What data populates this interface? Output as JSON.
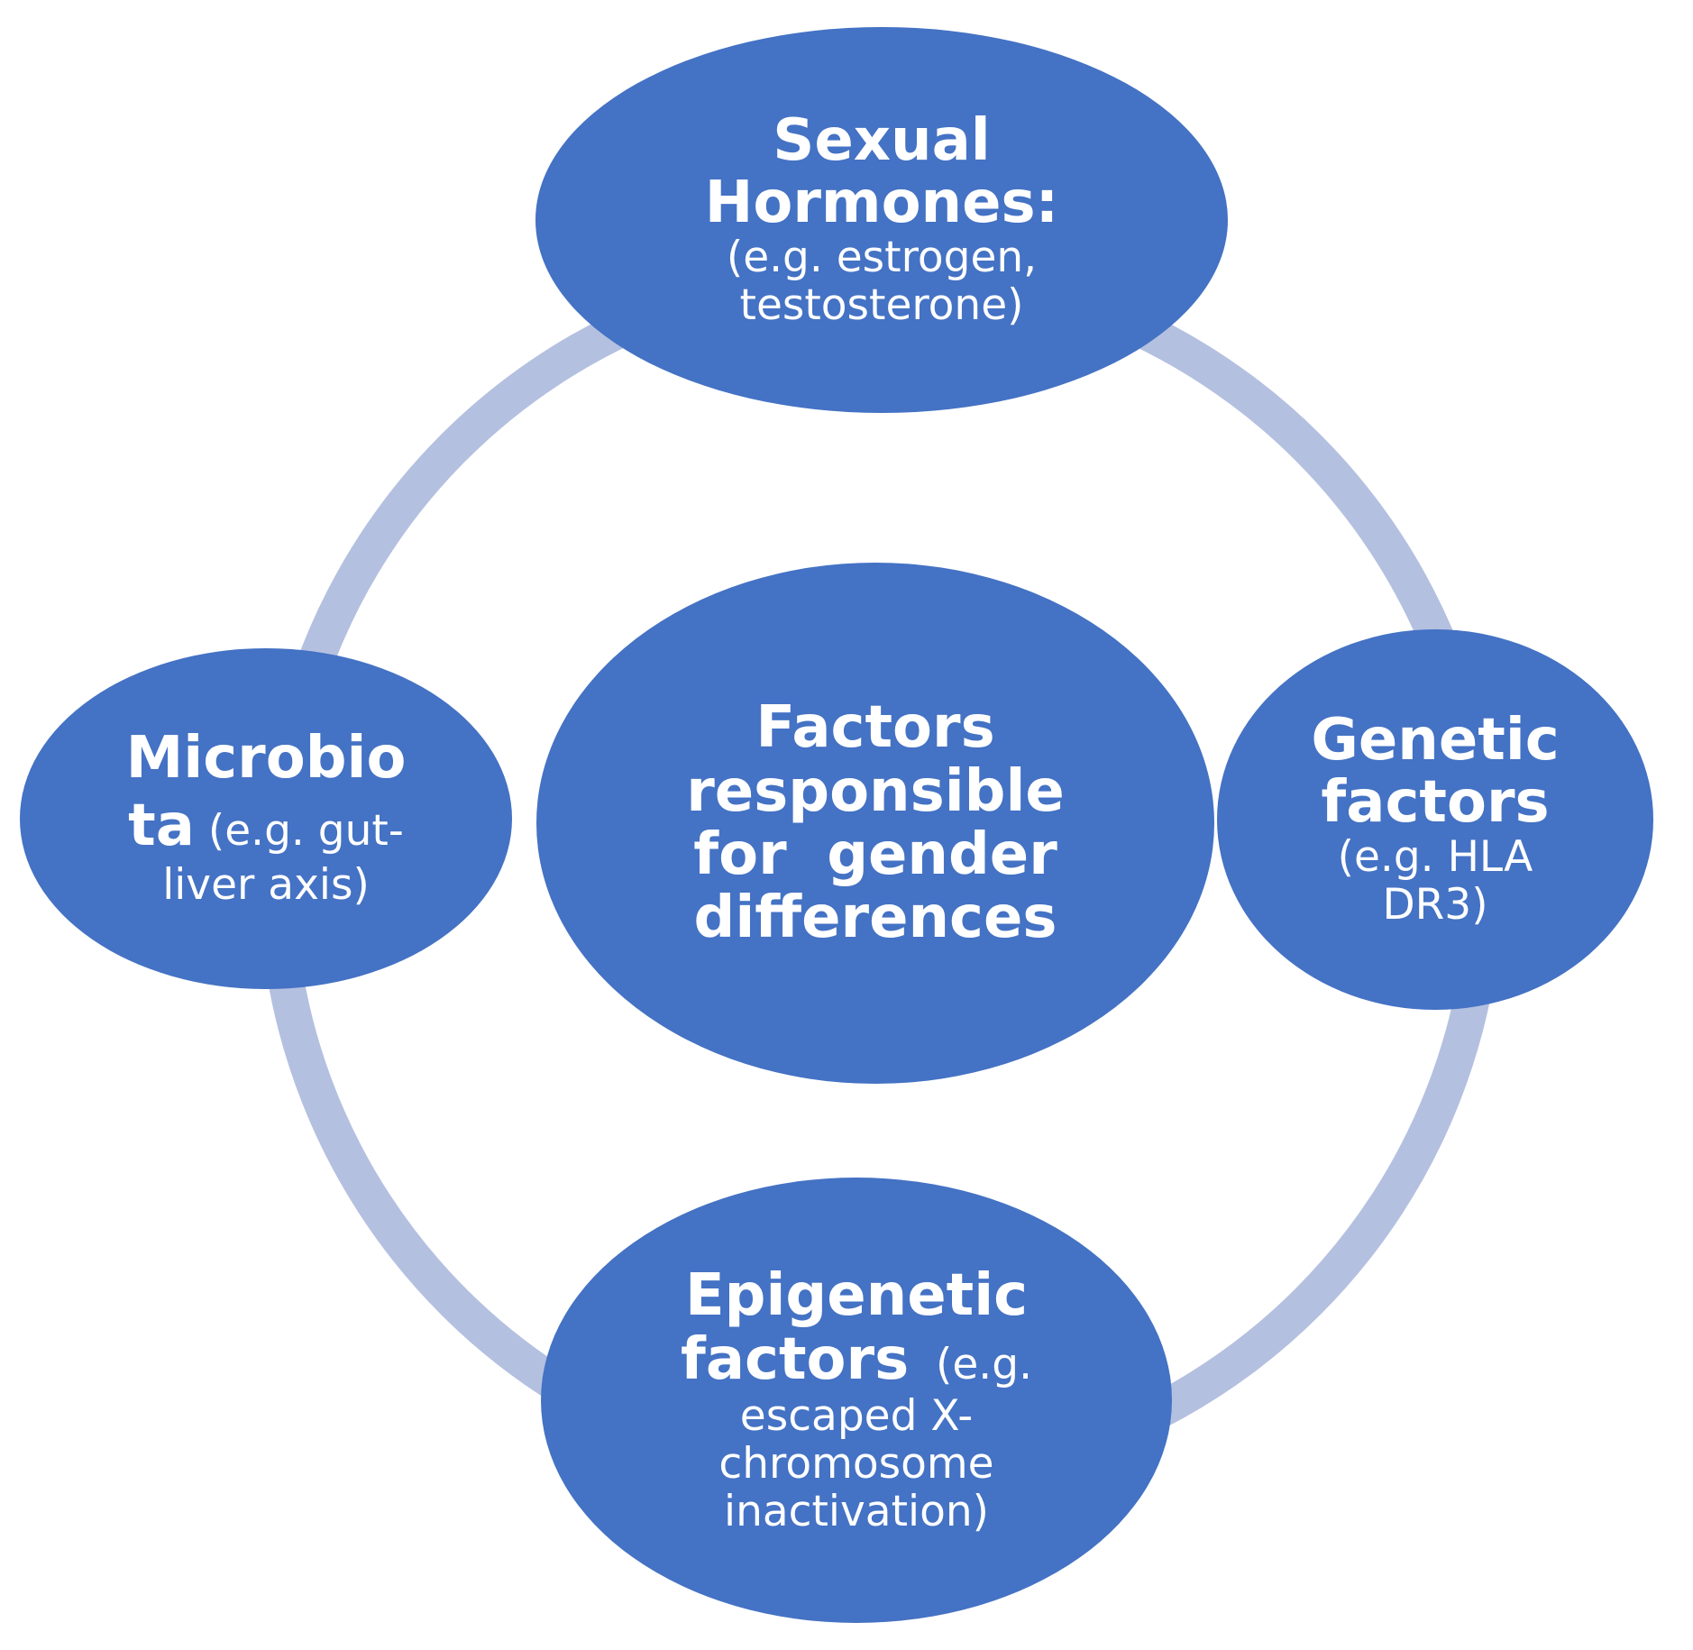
{
  "colors": {
    "node_fill": "#4472c4",
    "ring": "#b4c0e0",
    "text": "#ffffff",
    "background": "#ffffff"
  },
  "center": {
    "lines": [
      "Factors",
      "responsible",
      "for  gender",
      "differences"
    ]
  },
  "top": {
    "title_lines": [
      "Sexual",
      "Hormones:"
    ],
    "detail_lines": [
      "(e.g. estrogen,",
      "testosterone)"
    ]
  },
  "left": {
    "title_line": "Microbio",
    "bold_part": "ta",
    "inline_detail": " (e.g. gut-",
    "detail_line": "liver axis)"
  },
  "right": {
    "title_lines": [
      "Genetic",
      "factors"
    ],
    "detail_lines": [
      "(e.g. HLA",
      "DR3)"
    ]
  },
  "bottom": {
    "title_line": "Epigenetic",
    "bold_part": "factors",
    "inline_detail": "  (e.g.",
    "detail_lines": [
      "escaped X-",
      "chromosome",
      "inactivation)"
    ]
  }
}
